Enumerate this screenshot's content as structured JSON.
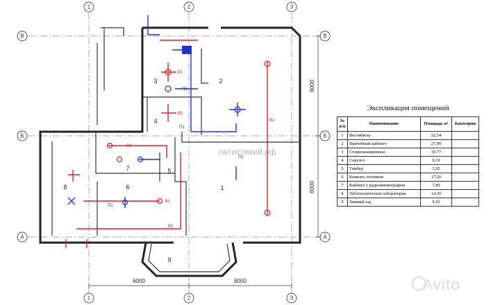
{
  "axes": {
    "vertical": [
      "1",
      "2",
      "3"
    ],
    "horizontal": [
      "В",
      "Б",
      "А"
    ]
  },
  "dimensions": {
    "bottom_left": "6000",
    "bottom_right": "6000",
    "right_upper": "6000",
    "right_lower": "6000"
  },
  "rooms": [
    "1",
    "2",
    "3",
    "4",
    "5",
    "6",
    "7",
    "8",
    "9"
  ],
  "pipe_labels": {
    "b1": "В1",
    "b2": "В2",
    "p1": "П1"
  },
  "legend": {
    "title": "Экспликация помещений",
    "headers": [
      "№ п/п",
      "Наименование",
      "Площадь м²",
      "Категория"
    ],
    "rows": [
      {
        "num": "1",
        "name": "Вестибюль",
        "area": "32,54",
        "cat": ""
      },
      {
        "num": "2",
        "name": "Врачебный кабинет",
        "area": "27,99",
        "cat": ""
      },
      {
        "num": "3",
        "name": "Стерилизационная",
        "area": "10,77",
        "cat": ""
      },
      {
        "num": "4",
        "name": "Санузел",
        "area": "6,19",
        "cat": ""
      },
      {
        "num": "5",
        "name": "Тамбур",
        "area": "3,95",
        "cat": ""
      },
      {
        "num": "6",
        "name": "Комната техников",
        "area": "17,20",
        "cat": ""
      },
      {
        "num": "7",
        "name": "Кабинет с радиовизиографом",
        "area": "7,89",
        "cat": ""
      },
      {
        "num": "8",
        "name": "Зуботехническая лаборатория",
        "area": "14,30",
        "cat": ""
      },
      {
        "num": "9",
        "name": "Зимний сад",
        "area": "9,56",
        "cat": ""
      }
    ]
  },
  "watermark": "пятистихий.рф",
  "brand": "Avito",
  "colors": {
    "supply_pipe": "#e02424",
    "exhaust_pipe": "#2233cc"
  }
}
